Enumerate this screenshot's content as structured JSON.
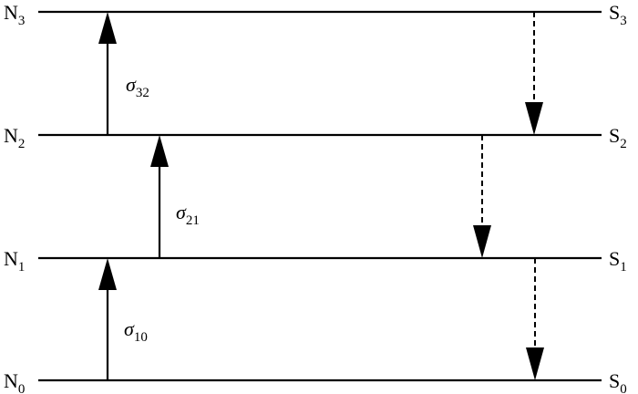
{
  "levels": [
    {
      "left_label": "N",
      "left_sub": "3",
      "right_label": "S",
      "right_sub": "3"
    },
    {
      "left_label": "N",
      "left_sub": "2",
      "right_label": "S",
      "right_sub": "2"
    },
    {
      "left_label": "N",
      "left_sub": "1",
      "right_label": "S",
      "right_sub": "1"
    },
    {
      "left_label": "N",
      "left_sub": "0",
      "right_label": "S",
      "right_sub": "0"
    }
  ],
  "transitions": {
    "absorption": [
      {
        "from": "N0",
        "to": "N1",
        "symbol": "σ",
        "sub": "10"
      },
      {
        "from": "N1",
        "to": "N2",
        "symbol": "σ",
        "sub": "21"
      },
      {
        "from": "N2",
        "to": "N3",
        "symbol": "σ",
        "sub": "32"
      }
    ],
    "relaxation": [
      {
        "from": "S3",
        "to": "S2"
      },
      {
        "from": "S2",
        "to": "S1"
      },
      {
        "from": "S1",
        "to": "S0"
      }
    ]
  }
}
